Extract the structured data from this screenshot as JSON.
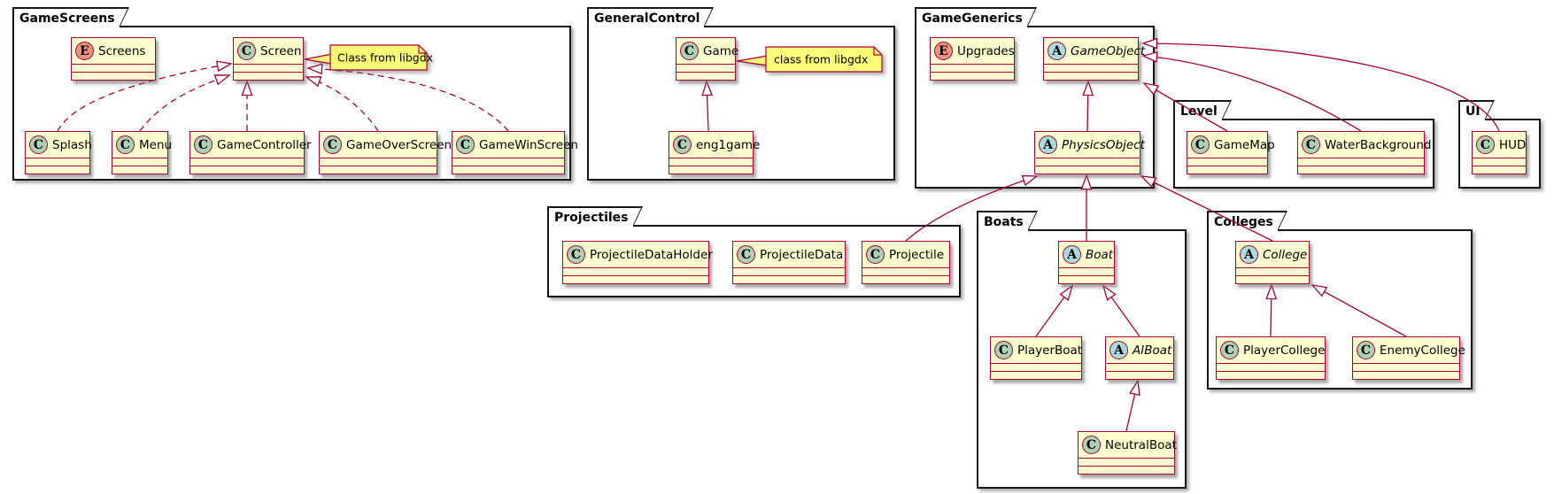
{
  "diagram": {
    "kind": "uml-class-diagram",
    "colors": {
      "entity_border": "#A80036",
      "entity_fill": "#FEFECE",
      "note_fill": "#FBFB77",
      "spot_class": "#ADD1B2",
      "spot_abstract": "#A9DCDF",
      "spot_enum": "#EB937F",
      "package_border": "#161616",
      "background": "#FFFFFF"
    }
  },
  "packages": {
    "game_screens": {
      "label": "GameScreens"
    },
    "general_control": {
      "label": "GeneralControl"
    },
    "game_generics": {
      "label": "GameGenerics"
    },
    "level": {
      "label": "Level"
    },
    "ui": {
      "label": "UI"
    },
    "projectiles": {
      "label": "Projectiles"
    },
    "boats": {
      "label": "Boats"
    },
    "colleges": {
      "label": "Colleges"
    }
  },
  "classes": {
    "screens": {
      "label": "Screens",
      "kind": "E"
    },
    "screen": {
      "label": "Screen",
      "kind": "C"
    },
    "splash": {
      "label": "Splash",
      "kind": "C"
    },
    "menu": {
      "label": "Menu",
      "kind": "C"
    },
    "game_controller": {
      "label": "GameController",
      "kind": "C"
    },
    "game_over_screen": {
      "label": "GameOverScreen",
      "kind": "C"
    },
    "game_win_screen": {
      "label": "GameWinScreen",
      "kind": "C"
    },
    "game": {
      "label": "Game",
      "kind": "C"
    },
    "eng1game": {
      "label": "eng1game",
      "kind": "C"
    },
    "upgrades": {
      "label": "Upgrades",
      "kind": "E"
    },
    "game_object": {
      "label": "GameObject",
      "kind": "A"
    },
    "physics_object": {
      "label": "PhysicsObject",
      "kind": "A"
    },
    "game_map": {
      "label": "GameMap",
      "kind": "C"
    },
    "water_background": {
      "label": "WaterBackground",
      "kind": "C"
    },
    "hud": {
      "label": "HUD",
      "kind": "C"
    },
    "projectile_data_holder": {
      "label": "ProjectileDataHolder",
      "kind": "C"
    },
    "projectile_data": {
      "label": "ProjectileData",
      "kind": "C"
    },
    "projectile": {
      "label": "Projectile",
      "kind": "C"
    },
    "boat": {
      "label": "Boat",
      "kind": "A"
    },
    "player_boat": {
      "label": "PlayerBoat",
      "kind": "C"
    },
    "ai_boat": {
      "label": "AIBoat",
      "kind": "A"
    },
    "neutral_boat": {
      "label": "NeutralBoat",
      "kind": "C"
    },
    "college": {
      "label": "College",
      "kind": "A"
    },
    "player_college": {
      "label": "PlayerCollege",
      "kind": "C"
    },
    "enemy_college": {
      "label": "EnemyCollege",
      "kind": "C"
    }
  },
  "notes": {
    "screen_note": {
      "text": "Class from libgdx"
    },
    "game_note": {
      "text": "class from libgdx"
    }
  },
  "relationships": [
    {
      "from": "Splash",
      "to": "Screen",
      "type": "realization"
    },
    {
      "from": "Menu",
      "to": "Screen",
      "type": "realization"
    },
    {
      "from": "GameController",
      "to": "Screen",
      "type": "realization"
    },
    {
      "from": "GameOverScreen",
      "to": "Screen",
      "type": "realization"
    },
    {
      "from": "GameWinScreen",
      "to": "Screen",
      "type": "realization"
    },
    {
      "from": "eng1game",
      "to": "Game",
      "type": "generalization"
    },
    {
      "from": "PhysicsObject",
      "to": "GameObject",
      "type": "generalization"
    },
    {
      "from": "GameMap",
      "to": "GameObject",
      "type": "generalization"
    },
    {
      "from": "WaterBackground",
      "to": "GameObject",
      "type": "generalization"
    },
    {
      "from": "HUD",
      "to": "GameObject",
      "type": "generalization"
    },
    {
      "from": "Projectile",
      "to": "PhysicsObject",
      "type": "generalization"
    },
    {
      "from": "Boat",
      "to": "PhysicsObject",
      "type": "generalization"
    },
    {
      "from": "College",
      "to": "PhysicsObject",
      "type": "generalization"
    },
    {
      "from": "PlayerBoat",
      "to": "Boat",
      "type": "generalization"
    },
    {
      "from": "AIBoat",
      "to": "Boat",
      "type": "generalization"
    },
    {
      "from": "NeutralBoat",
      "to": "AIBoat",
      "type": "generalization"
    },
    {
      "from": "PlayerCollege",
      "to": "College",
      "type": "generalization"
    },
    {
      "from": "EnemyCollege",
      "to": "College",
      "type": "generalization"
    }
  ]
}
